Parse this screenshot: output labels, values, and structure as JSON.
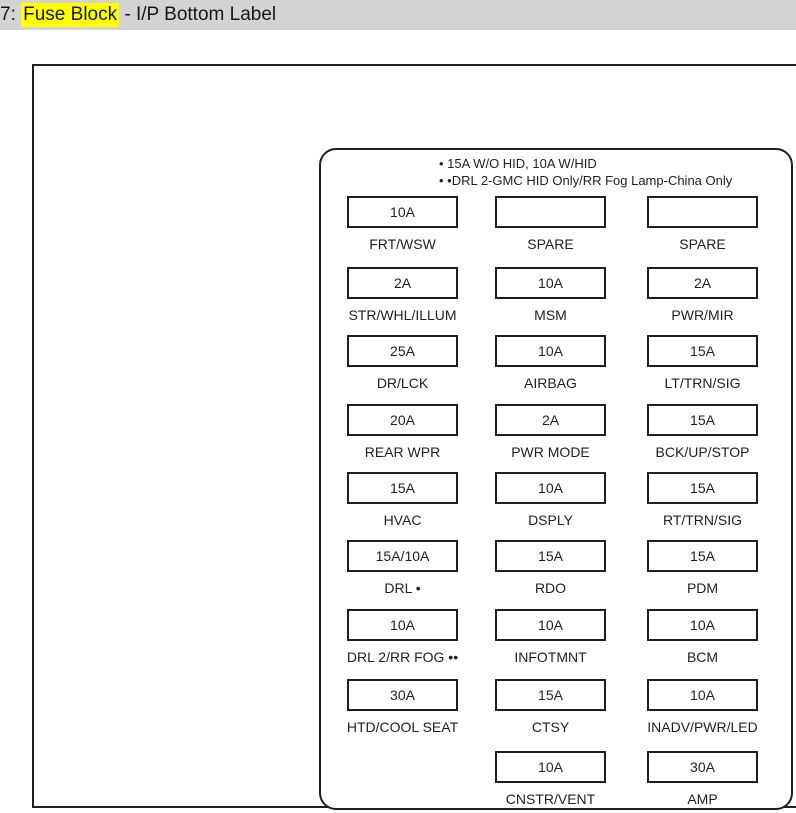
{
  "window": {
    "title_prefix": "7: ",
    "title_highlight": "Fuse Block",
    "title_suffix": " - I/P Bottom Label",
    "colors": {
      "titlebar_bg": "#d3d3d3",
      "highlight_bg": "#ffff00",
      "line_color": "#1f1f1f"
    }
  },
  "diagram": {
    "notes": [
      "• 15A W/O HID, 10A W/HID",
      "• •DRL 2-GMC HID Only/RR Fog Lamp-China Only"
    ],
    "rows": [
      {
        "cells": [
          {
            "amp": "10A",
            "label": "FRT/WSW"
          },
          {
            "amp": "",
            "label": "SPARE"
          },
          {
            "amp": "",
            "label": "SPARE"
          }
        ]
      },
      {
        "cells": [
          {
            "amp": "2A",
            "label": "STR/WHL/ILLUM"
          },
          {
            "amp": "10A",
            "label": "MSM"
          },
          {
            "amp": "2A",
            "label": "PWR/MIR"
          }
        ]
      },
      {
        "cells": [
          {
            "amp": "25A",
            "label": "DR/LCK"
          },
          {
            "amp": "10A",
            "label": "AIRBAG"
          },
          {
            "amp": "15A",
            "label": "LT/TRN/SIG"
          }
        ]
      },
      {
        "cells": [
          {
            "amp": "20A",
            "label": "REAR WPR"
          },
          {
            "amp": "2A",
            "label": "PWR MODE"
          },
          {
            "amp": "15A",
            "label": "BCK/UP/STOP"
          }
        ]
      },
      {
        "cells": [
          {
            "amp": "15A",
            "label": "HVAC"
          },
          {
            "amp": "10A",
            "label": "DSPLY"
          },
          {
            "amp": "15A",
            "label": "RT/TRN/SIG"
          }
        ]
      },
      {
        "cells": [
          {
            "amp": "15A/10A",
            "label": "DRL •"
          },
          {
            "amp": "15A",
            "label": "RDO"
          },
          {
            "amp": "15A",
            "label": "PDM"
          }
        ]
      },
      {
        "cells": [
          {
            "amp": "10A",
            "label": "DRL 2/RR FOG ••"
          },
          {
            "amp": "10A",
            "label": "INFOTMNT"
          },
          {
            "amp": "10A",
            "label": "BCM"
          }
        ]
      },
      {
        "cells": [
          {
            "amp": "30A",
            "label": "HTD/COOL SEAT"
          },
          {
            "amp": "15A",
            "label": "CTSY"
          },
          {
            "amp": "10A",
            "label": "INADV/PWR/LED"
          }
        ]
      },
      {
        "cells": [
          {
            "amp": "10A",
            "label": "CNSTR/VENT"
          },
          {
            "amp": "30A",
            "label": "AMP"
          }
        ]
      }
    ]
  }
}
